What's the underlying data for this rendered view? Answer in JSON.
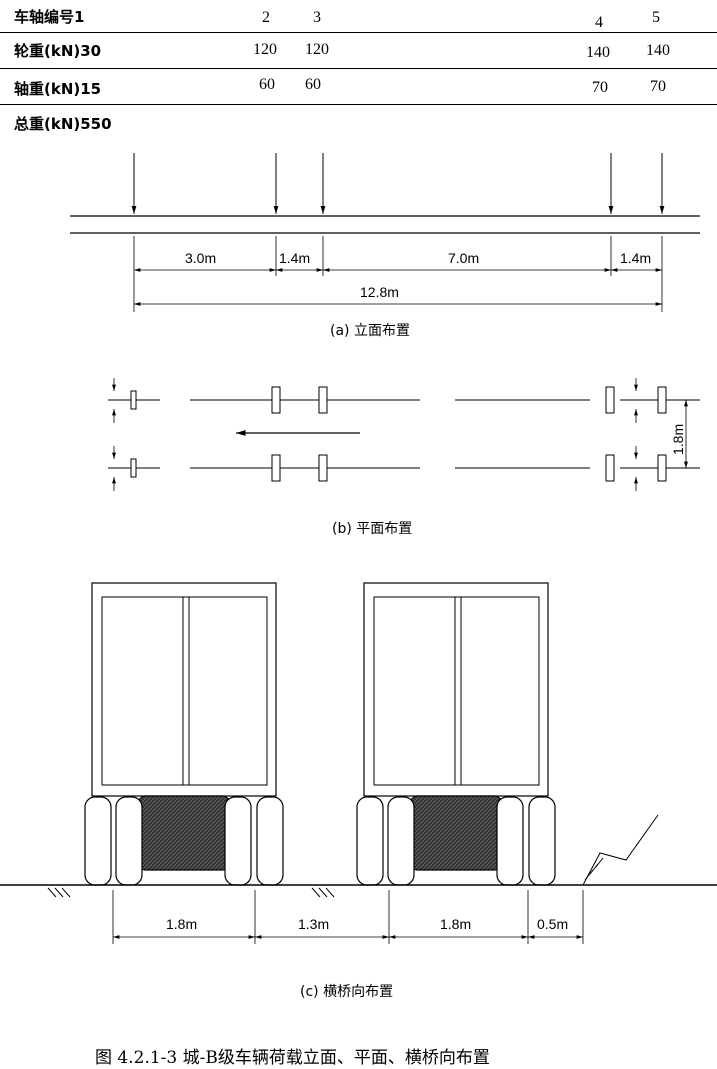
{
  "table": {
    "rows": [
      {
        "label": "车轴编号1",
        "values": [
          "2",
          "3",
          "4",
          "5"
        ]
      },
      {
        "label": "轮重(kN)30",
        "values": [
          "120",
          "120",
          "140",
          "140"
        ]
      },
      {
        "label": "轴重(kN)15",
        "values": [
          "60",
          "60",
          "70",
          "70"
        ]
      },
      {
        "label": "总重(kN)550"
      }
    ]
  },
  "elevation": {
    "dims": [
      "3.0m",
      "1.4m",
      "7.0m",
      "1.4m"
    ],
    "total": "12.8m",
    "caption": "(a) 立面布置"
  },
  "plan": {
    "width": "1.8m",
    "caption": "(b) 平面布置"
  },
  "transverse": {
    "dims": [
      "1.8m",
      "1.3m",
      "1.8m",
      "0.5m"
    ],
    "caption": "(c) 横桥向布置"
  },
  "figure_title": "图 4.2.1-3   城-B级车辆荷载立面、平面、横桥向布置"
}
